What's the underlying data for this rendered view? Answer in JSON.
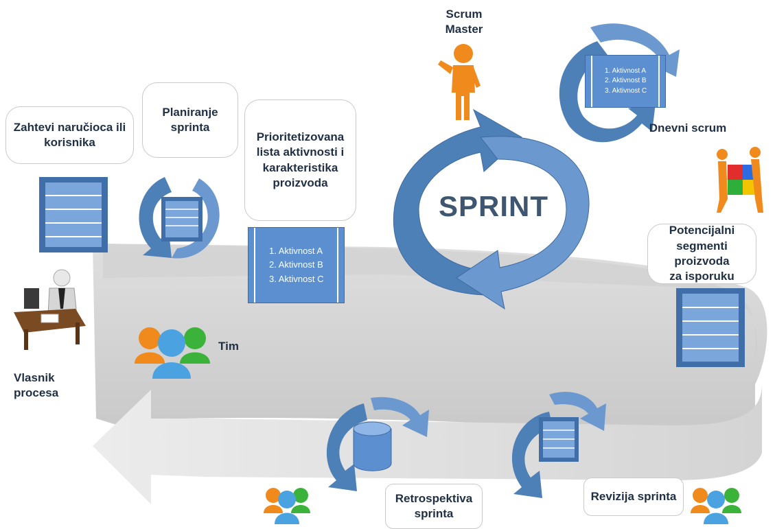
{
  "diagram": {
    "center_label": "SPRINT",
    "requirements_label": "Zahtevi naručioca ili\nkorisnika",
    "planning_label": "Planiranje\nsprinta",
    "backlog_label": "Prioritetizovana\nlista aktivnosti i\nkarakteristika\nproizvoda",
    "backlog_items": [
      "1. Aktivnost A",
      "2. Aktivnost B",
      "3. Aktivnost C"
    ],
    "daily_items": [
      "1. Aktivnost A",
      "2. Aktivnost B",
      "3. Aktivnost C"
    ],
    "scrum_master_label": "Scrum\nMaster",
    "daily_scrum_label": "Dnevni scrum",
    "increment_label": "Potencijalni\nsegmenti proizvoda\nza isporuku",
    "team_label": "Tim",
    "owner_label": "Vlasnik\nprocesa",
    "retrospective_label": "Retrospektiva\nsprinta",
    "review_label": "Revizija sprinta"
  },
  "colors": {
    "arrow_blue": "#4e80b8",
    "box_blue": "#7aa6dc",
    "gray_band": "#c8c8c8",
    "text_dark": "#1f2f44",
    "person_orange": "#f08a1c"
  }
}
